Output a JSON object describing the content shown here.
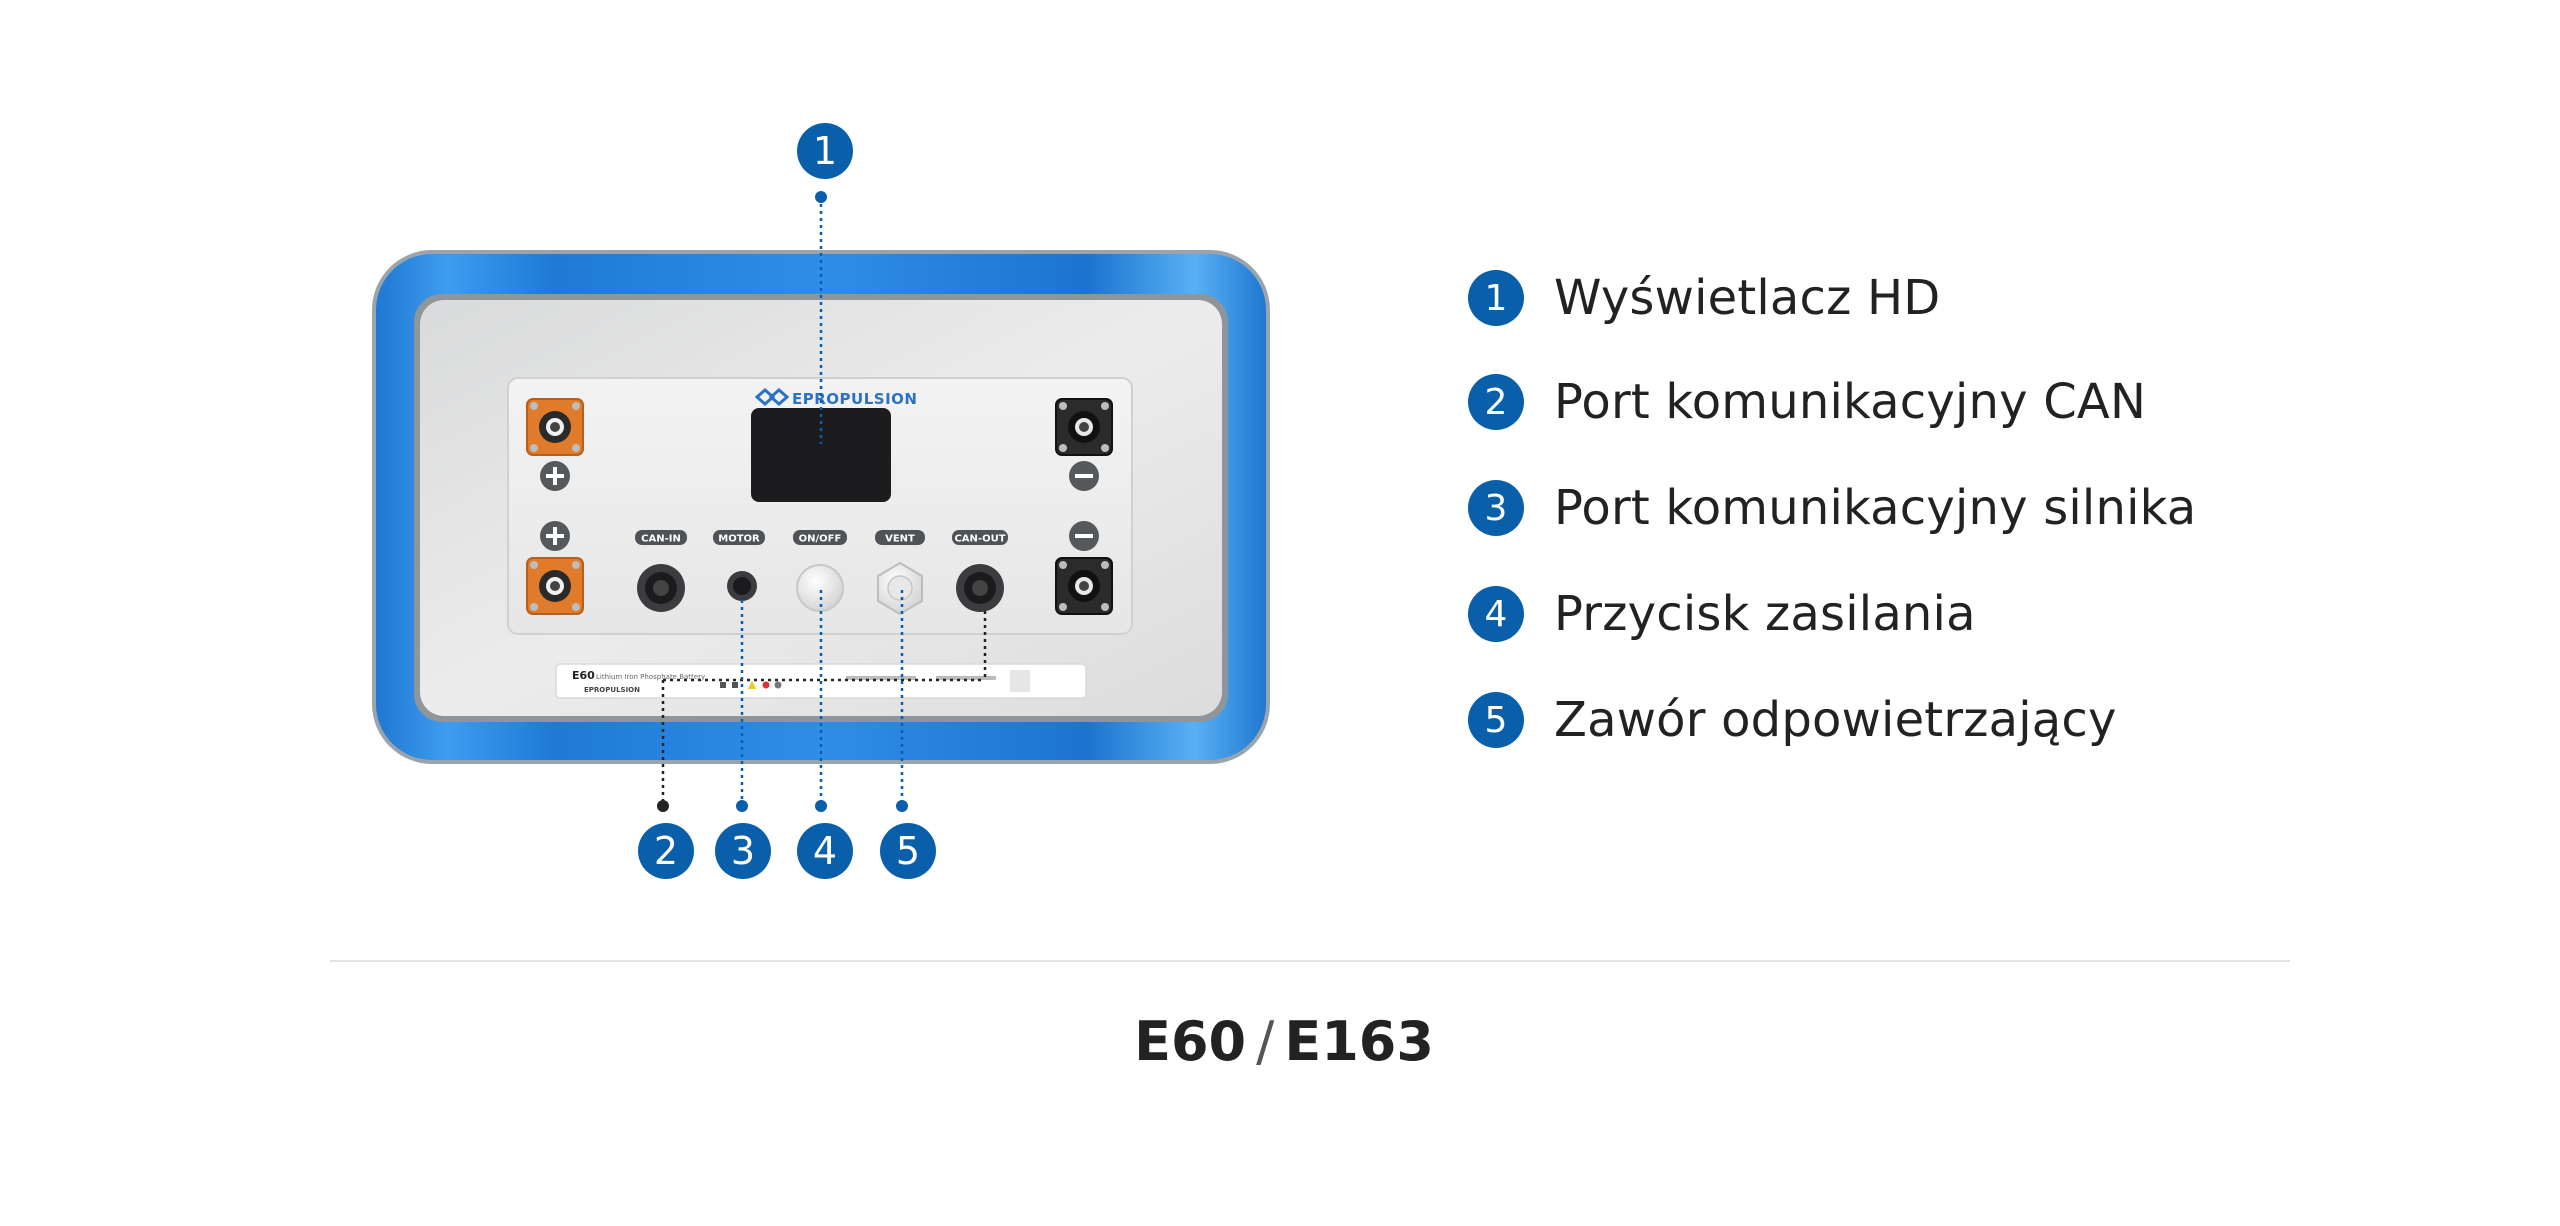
{
  "diagram": {
    "brand_logo_text": "EPROPULSION",
    "panel_labels": {
      "can_in": "CAN-IN",
      "motor": "MOTOR",
      "on_off": "ON/OFF",
      "vent": "VENT",
      "can_out": "CAN-OUT"
    },
    "sticker": {
      "model": "E60",
      "subtitle": "Lithium Iron Phosphate Battery",
      "brand": "EPROPULSION"
    },
    "callouts": [
      "1",
      "2",
      "3",
      "4",
      "5"
    ]
  },
  "legend": {
    "items": [
      {
        "num": "1",
        "label": "Wyświetlacz HD"
      },
      {
        "num": "2",
        "label": "Port komunikacyjny CAN"
      },
      {
        "num": "3",
        "label": "Port komunikacyjny silnika"
      },
      {
        "num": "4",
        "label": "Przycisk zasilania"
      },
      {
        "num": "5",
        "label": "Zawór odpowietrzający"
      }
    ]
  },
  "models": {
    "first": "E60",
    "separator": "/",
    "second": "E163"
  },
  "colors": {
    "accent": "#0a5fab",
    "frame_blue": "#2e8ee6",
    "terminal_orange": "#e07b2c",
    "screen": "#1c1c1e"
  }
}
